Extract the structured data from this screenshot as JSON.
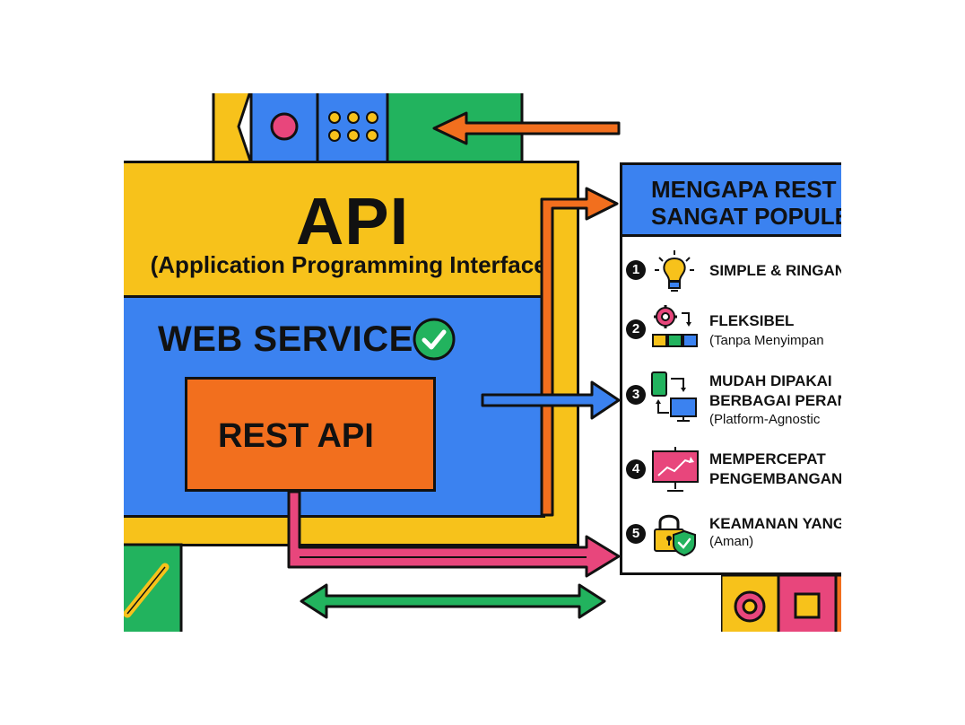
{
  "colors": {
    "yellow": "#f7c21b",
    "blue": "#3b82f0",
    "orange": "#f26f1e",
    "green": "#22b35e",
    "pink": "#e8467c",
    "red": "#e53935",
    "outline": "#111111"
  },
  "api_block": {
    "title": "API",
    "subtitle": "(Application Programming Interface)"
  },
  "web_service": {
    "title": "WEB SERVICE",
    "check_icon": "check-circle-icon"
  },
  "rest_api": {
    "label": "REST API"
  },
  "panel": {
    "title_line1": "MENGAPA REST API",
    "title_line2": "SANGAT POPULER",
    "items": [
      {
        "num": "1",
        "icon": "lightbulb-icon",
        "title": "SIMPLE & RINGAN",
        "title2": "",
        "sub": ""
      },
      {
        "num": "2",
        "icon": "gear-blocks-icon",
        "title": "FLEKSIBEL",
        "title2": "",
        "sub": "(Tanpa Menyimpan"
      },
      {
        "num": "3",
        "icon": "devices-sync-icon",
        "title": "MUDAH DIPAKAI",
        "title2": "BERBAGAI PERANGKAT",
        "sub": "(Platform-Agnostic"
      },
      {
        "num": "4",
        "icon": "presentation-chart-icon",
        "title": "MEMPERCEPAT",
        "title2": "PENGEMBANGAN",
        "sub": ""
      },
      {
        "num": "5",
        "icon": "padlock-shield-icon",
        "title": "KEAMANAN YANG",
        "title2": "",
        "sub": "(Aman)"
      }
    ]
  }
}
